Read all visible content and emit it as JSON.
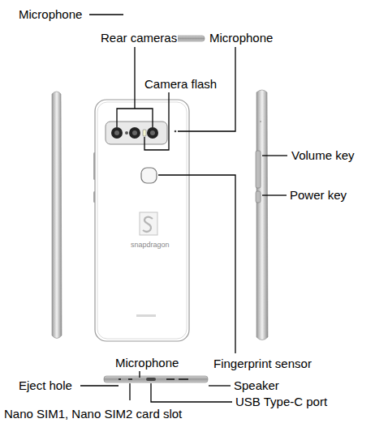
{
  "diagram": {
    "labels": [
      "Microphone",
      "Rear cameras",
      "Microphone",
      "Camera flash",
      "Volume key",
      "Power key",
      "snapdragon",
      "Microphone",
      "Fingerprint sensor",
      "Eject hole",
      "Speaker",
      "Nano SIM1, Nano SIM2 card slot",
      "USB Type-C port"
    ]
  }
}
